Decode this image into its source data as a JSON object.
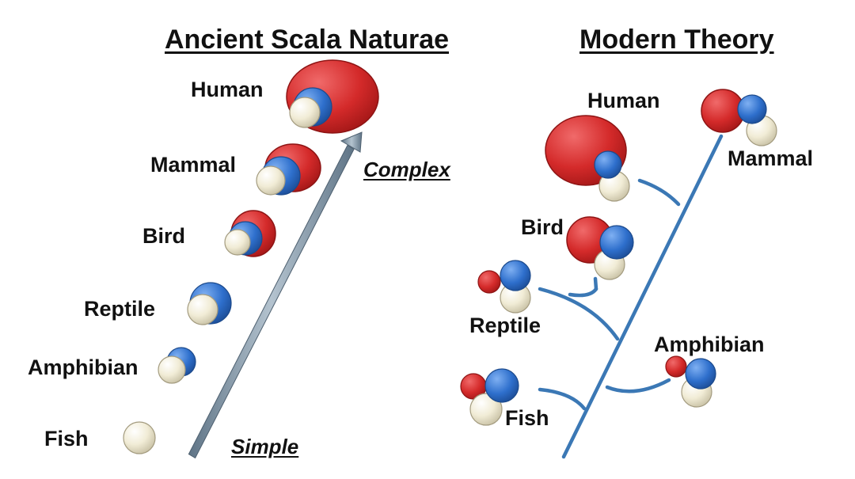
{
  "colors": {
    "brain_red": "#d42a2a",
    "brain_blue": "#2e6fcc",
    "brain_cream": "#f1ecd6",
    "ladder_arrow": "#7f94a4",
    "tree_blue": "#3b78b5"
  },
  "left_panel": {
    "title": "Ancient Scala Naturae",
    "axis_top": "Complex",
    "axis_bottom": "Simple",
    "animals": {
      "human": "Human",
      "mammal": "Mammal",
      "bird": "Bird",
      "reptile": "Reptile",
      "amphibian": "Amphibian",
      "fish": "Fish"
    }
  },
  "right_panel": {
    "title": "Modern Theory",
    "animals": {
      "human": "Human",
      "mammal": "Mammal",
      "bird": "Bird",
      "reptile": "Reptile",
      "amphibian": "Amphibian",
      "fish": "Fish"
    }
  }
}
